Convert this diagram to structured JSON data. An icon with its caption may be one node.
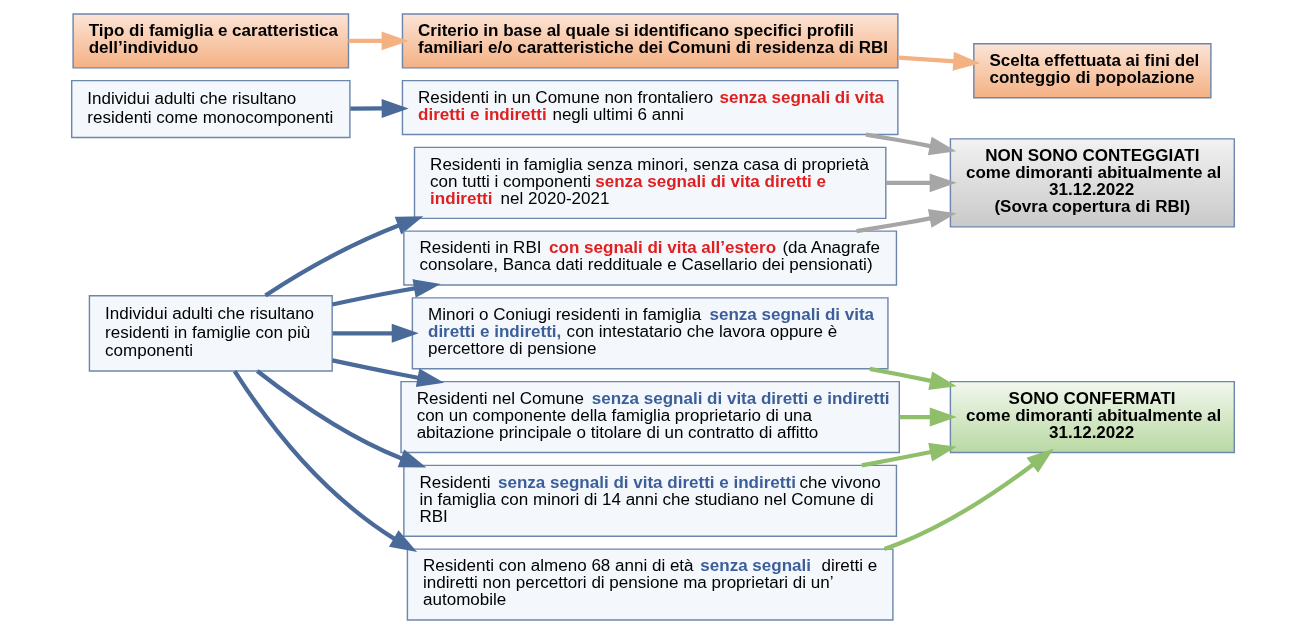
{
  "diagram": {
    "nodes": [
      {
        "text": [
          "Tipo di famiglia e caratteristica dell’individuo"
        ]
      },
      {
        "text": [
          "Criterio in base al quale si identificano specifici profili familiari e/o caratteristiche dei Comuni di residenza di RBI"
        ]
      },
      {
        "text": [
          "Scelta effettuata ai fini del conteggio di popolazione"
        ]
      },
      {
        "text": [
          "Individui adulti che risultano residenti come monocomponenti"
        ]
      },
      {
        "text": [
          "Individui adulti che risultano residenti in famiglie con più componenti"
        ]
      },
      {
        "text": [
          "Residenti in un Comune non frontaliero **senza segnali di vita diretti e indiretti** negli ultimi 6 anni"
        ]
      },
      {
        "text": [
          "Residenti in famiglia senza minori, senza casa di proprietà con tutti i componenti **senza segnali di vita diretti e indiretti** nel 2020-2021"
        ]
      },
      {
        "text": [
          "Residenti in RBI **con segnali di vita all’estero** (da Anagrafe consolare, Banca dati reddituale e Casellario dei pensionati)"
        ]
      },
      {
        "text": [
          "Minori o Coniugi residenti in famiglia **senza segnali di vita diretti e indiretti,** con intestatario che lavora oppure è percettore di pensione"
        ]
      },
      {
        "text": [
          "Residenti nel Comune **senza segnali di vita diretti e indiretti** con un componente della famiglia proprietario di una abitazione principale o titolare di un contratto di affitto"
        ]
      },
      {
        "text": [
          "Residenti **senza segnali di vita diretti e indiretti** che vivono in famiglia con minori di 14 anni che studiano nel Comune di RBI"
        ]
      },
      {
        "text": [
          "Residenti con almeno 68 anni di età **senza segnali** diretti e indiretti non percettori di pensione ma proprietari di un’ automobile"
        ]
      },
      {
        "text": [
          "NON SONO CONTEGGIATI",
          "come dimoranti abitualmente al 31.12.2022",
          "(Sovra copertura di RBI)"
        ]
      },
      {
        "text": [
          "SONO CONFERMATI",
          "come dimoranti abitualmente al 31.12.2022"
        ]
      }
    ],
    "edges": [
      {
        "from": 0,
        "to": 1,
        "arrow": "to",
        "color": "#f4b183"
      },
      {
        "from": 1,
        "to": 2,
        "arrow": "to",
        "color": "#f4b183"
      },
      {
        "from": 3,
        "to": 5,
        "arrow": "to"
      },
      {
        "from": 4,
        "to": 6,
        "arrow": "to"
      },
      {
        "from": 4,
        "to": 7,
        "arrow": "to"
      },
      {
        "from": 4,
        "to": 8,
        "arrow": "to"
      },
      {
        "from": 4,
        "to": 9,
        "arrow": "to"
      },
      {
        "from": 4,
        "to": 10,
        "arrow": "to"
      },
      {
        "from": 4,
        "to": 11,
        "arrow": "to"
      },
      {
        "from": 5,
        "to": 12,
        "arrow": "to",
        "color": "#a6a6a6"
      },
      {
        "from": 6,
        "to": 12,
        "arrow": "to",
        "color": "#a6a6a6"
      },
      {
        "from": 7,
        "to": 12,
        "arrow": "to",
        "color": "#a6a6a6"
      },
      {
        "from": 8,
        "to": 13,
        "arrow": "to",
        "color": "#8fbf6a"
      },
      {
        "from": 9,
        "to": 13,
        "arrow": "to",
        "color": "#8fbf6a"
      },
      {
        "from": 10,
        "to": 13,
        "arrow": "to",
        "color": "#8fbf6a"
      },
      {
        "from": 11,
        "to": 13,
        "arrow": "to",
        "color": "#8fbf6a"
      }
    ]
  }
}
